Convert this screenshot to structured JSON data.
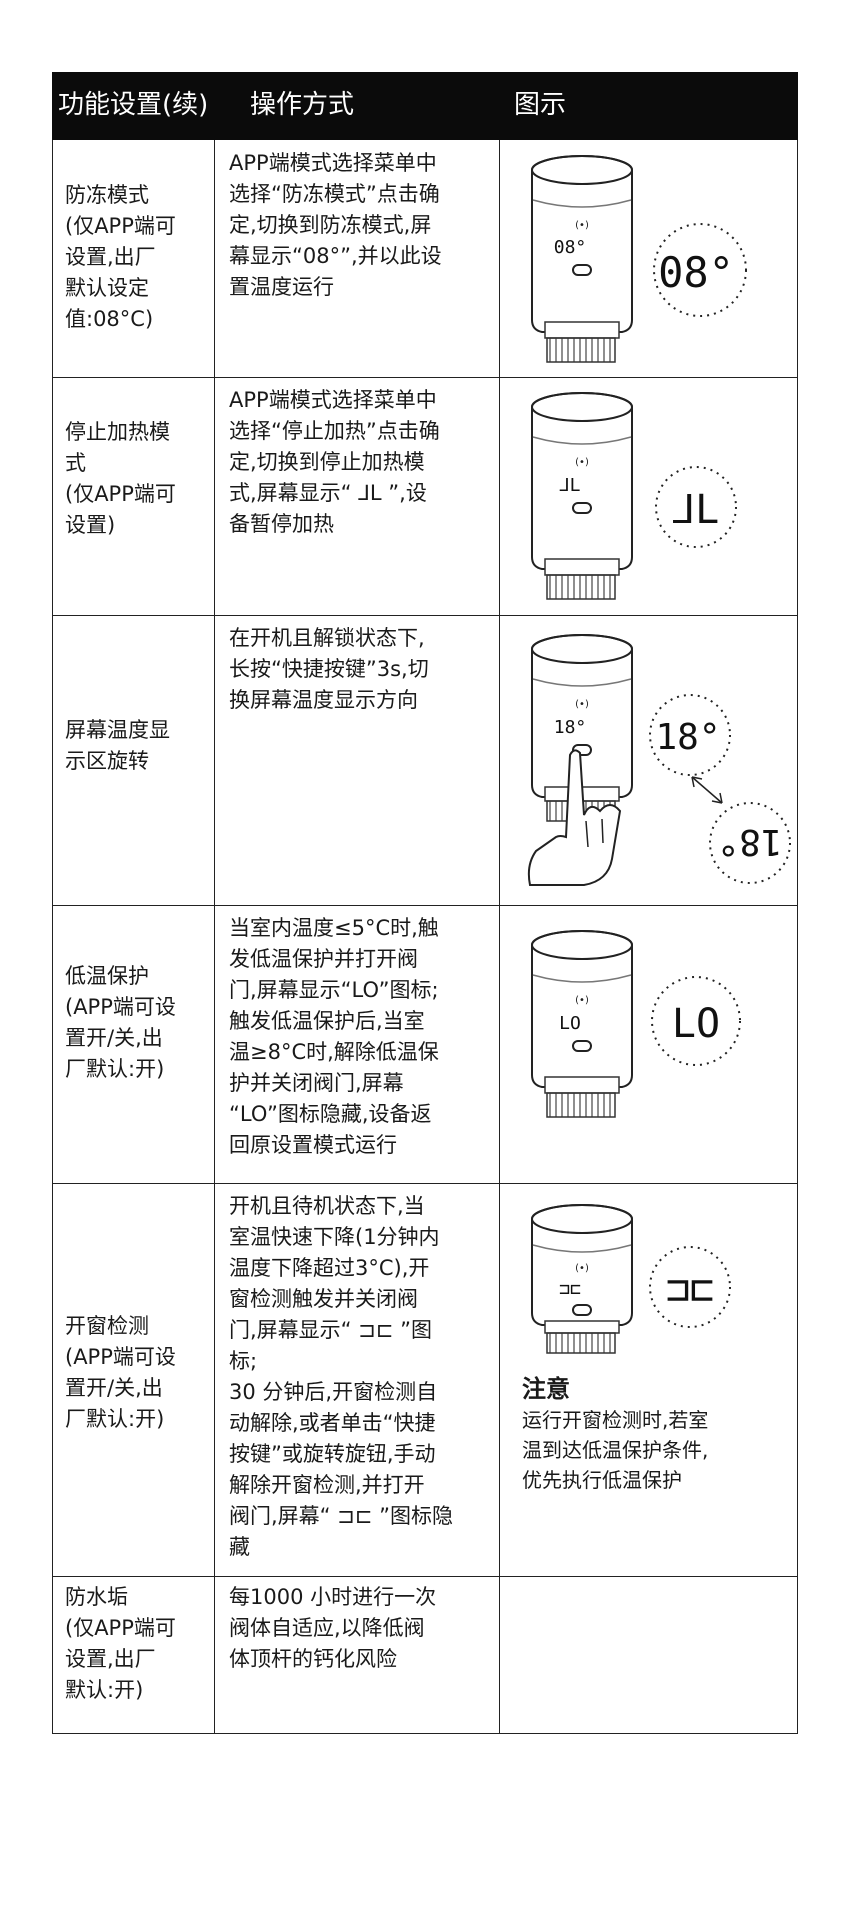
{
  "header": {
    "col_function": "功能设置(续)",
    "col_operation": "操作方式",
    "col_figure": "图示"
  },
  "rows": [
    {
      "function": "防冻模式\n(仅APP端可\n设置,出厂\n默认设定\n值:08°C)",
      "operation": "APP端模式选择菜单中\n选择“防冻模式”点击确\n定,切换到防冻模式,屏\n幕显示“08°”,并以此设\n置温度运行",
      "device_display": "08°",
      "callout_display": "08°"
    },
    {
      "function": "停止加热模\n式\n(仅APP端可\n设置)",
      "operation": "APP端模式选择菜单中\n选择“停止加热”点击确\n定,切换到停止加热模\n式,屏幕显示“ ⅃L ”,设\n备暂停加热",
      "device_display": "⅃L",
      "callout_display": "⅃L"
    },
    {
      "function": "屏幕温度显\n示区旋转",
      "operation": "在开机且解锁状态下,\n长按“快捷按键”3s,切\n换屏幕温度显示方向",
      "device_display": "18°",
      "callout_display": "18°",
      "callout_display_rotated": "18°"
    },
    {
      "function": "低温保护\n(APP端可设\n置开/关,出\n厂默认:开)",
      "operation": "当室内温度≤5°C时,触\n发低温保护并打开阀\n门,屏幕显示“LO”图标;\n触发低温保护后,当室\n温≥8°C时,解除低温保\n护并关闭阀门,屏幕\n“LO”图标隐藏,设备返\n回原设置模式运行",
      "device_display": "LO",
      "callout_display": "LO"
    },
    {
      "function": "开窗检测\n(APP端可设\n置开/关,出\n厂默认:开)",
      "operation": "开机且待机状态下,当\n室温快速下降(1分钟内\n温度下降超过3°C),开\n窗检测触发并关闭阀\n门,屏幕显示“ ⊐⊏ ”图\n标;\n30 分钟后,开窗检测自\n动解除,或者单击“快捷\n按键”或旋转旋钮,手动\n解除开窗检测,并打开\n阀门,屏幕“ ⊐⊏ ”图标隐\n藏",
      "device_display": "⊐⊏",
      "callout_display": "⊐⊏",
      "note_title": "注意",
      "note_text": "运行开窗检测时,若室\n温到达低温保护条件,\n优先执行低温保护"
    },
    {
      "function": "防水垢\n(仅APP端可\n设置,出厂\n默认:开)",
      "operation": "每1000 小时进行一次\n阀体自适应,以降低阀\n体顶杆的钙化风险"
    }
  ]
}
